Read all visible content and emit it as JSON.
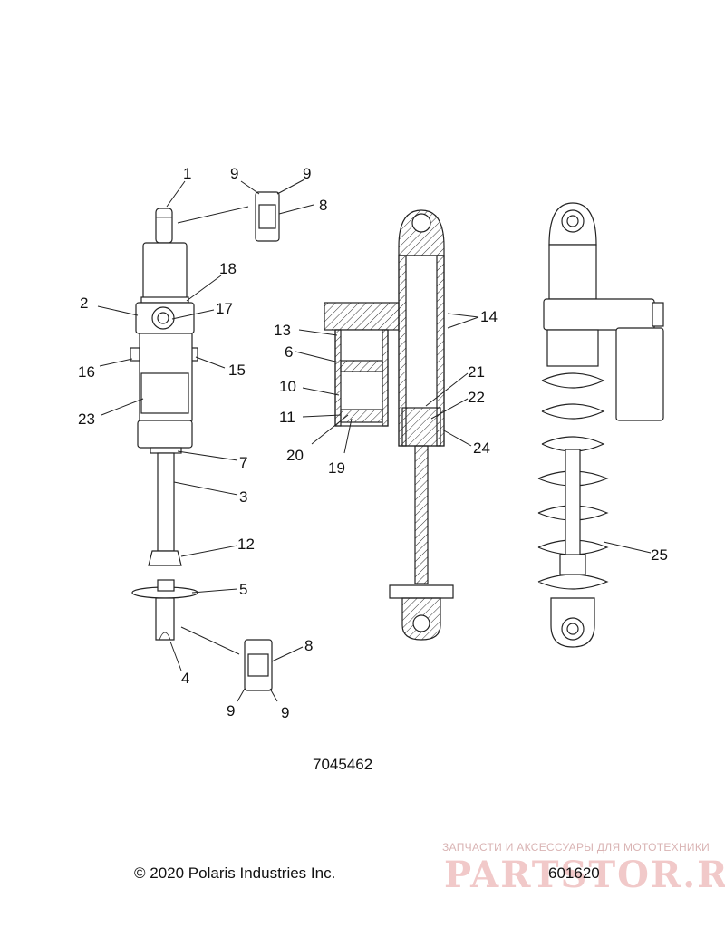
{
  "callouts": [
    {
      "id": "c1",
      "label": "1"
    },
    {
      "id": "c2",
      "label": "2"
    },
    {
      "id": "c3",
      "label": "3"
    },
    {
      "id": "c4",
      "label": "4"
    },
    {
      "id": "c5",
      "label": "5"
    },
    {
      "id": "c6",
      "label": "6"
    },
    {
      "id": "c7",
      "label": "7"
    },
    {
      "id": "c8a",
      "label": "8"
    },
    {
      "id": "c8b",
      "label": "8"
    },
    {
      "id": "c9a",
      "label": "9"
    },
    {
      "id": "c9b",
      "label": "9"
    },
    {
      "id": "c9c",
      "label": "9"
    },
    {
      "id": "c9d",
      "label": "9"
    },
    {
      "id": "c10",
      "label": "10"
    },
    {
      "id": "c11",
      "label": "11"
    },
    {
      "id": "c12",
      "label": "12"
    },
    {
      "id": "c13",
      "label": "13"
    },
    {
      "id": "c14",
      "label": "14"
    },
    {
      "id": "c15",
      "label": "15"
    },
    {
      "id": "c16",
      "label": "16"
    },
    {
      "id": "c17",
      "label": "17"
    },
    {
      "id": "c18",
      "label": "18"
    },
    {
      "id": "c19",
      "label": "19"
    },
    {
      "id": "c20",
      "label": "20"
    },
    {
      "id": "c21",
      "label": "21"
    },
    {
      "id": "c22",
      "label": "22"
    },
    {
      "id": "c23",
      "label": "23"
    },
    {
      "id": "c24",
      "label": "24"
    },
    {
      "id": "c25",
      "label": "25"
    }
  ],
  "diagram_number": "7045462",
  "copyright": "© 2020 Polaris Industries Inc.",
  "reference_number": "601620",
  "watermark": {
    "tagline": "ЗАПЧАСТИ И АКСЕССУАРЫ ДЛЯ МОТОТЕХНИКИ",
    "brand": "PARTSTOR.RU"
  }
}
